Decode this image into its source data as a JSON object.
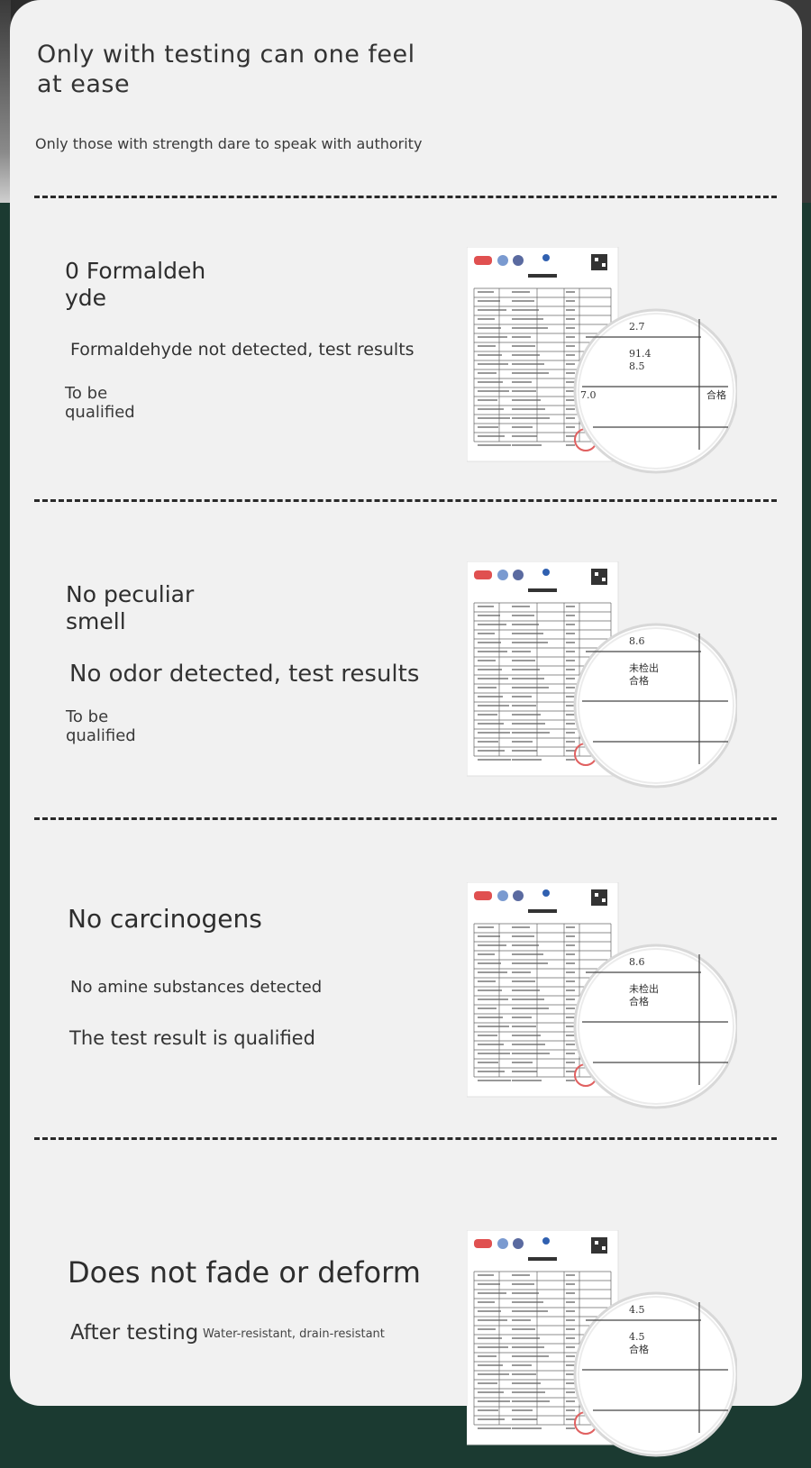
{
  "header": {
    "title": "Only with testing can one feel at ease",
    "subtitle": "Only those with strength dare to speak with authority"
  },
  "sections": [
    {
      "title": "0 Formaldeh yde",
      "line1": "Formaldehyde not detected, test results",
      "line2": "To be qualified"
    },
    {
      "title": "No peculiar smell",
      "line1": "No odor detected, test results",
      "line2": "To be qualified"
    },
    {
      "title": "No carcinogens",
      "line1": "No amine substances detected",
      "line2": "The test result is qualified"
    },
    {
      "title": "Does not fade or deform",
      "line1": "After testing",
      "line2": "Water-resistant, drain-resistant"
    }
  ],
  "reports": [
    {
      "icon": "test-report-document-icon",
      "magnifier_values": [
        "2.7",
        "91.4",
        "8.5",
        "7.0",
        "合格"
      ]
    },
    {
      "icon": "test-report-document-icon",
      "magnifier_values": [
        "8.6",
        "未检出",
        "合格"
      ]
    },
    {
      "icon": "test-report-document-icon",
      "magnifier_values": [
        "8.6",
        "未检出",
        "合格"
      ]
    },
    {
      "icon": "test-report-document-icon",
      "magnifier_values": [
        "4.5",
        "4.5",
        "合格"
      ]
    }
  ],
  "colors": {
    "card": "#f1f1f1",
    "background": "#1b3a31",
    "text": "#2b2b2b"
  }
}
